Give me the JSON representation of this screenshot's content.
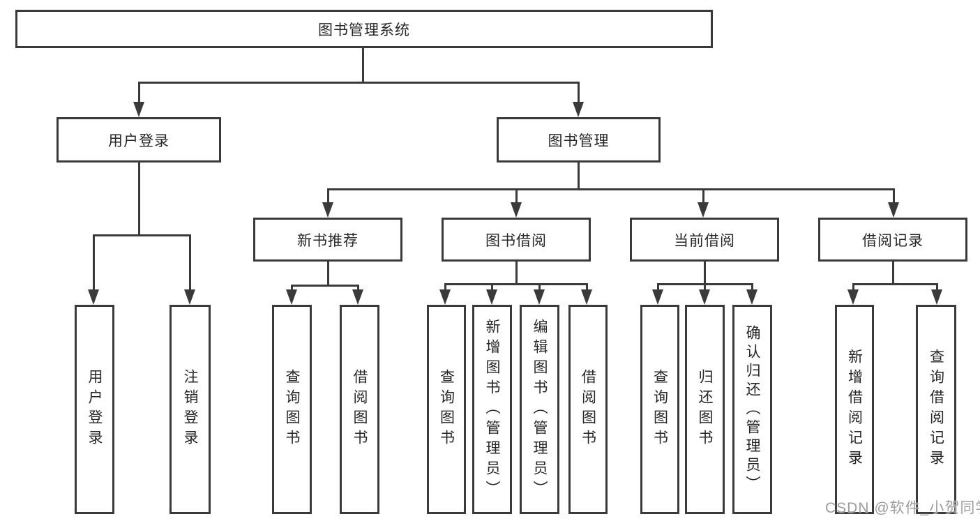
{
  "diagram": {
    "title": "图书管理系统",
    "colors": {
      "line": "#3a3a3a",
      "text": "#262626",
      "watermark": "#9d9d9d",
      "background": "#ffffff"
    },
    "level2": [
      {
        "label": "用户登录"
      },
      {
        "label": "图书管理"
      }
    ],
    "level3": [
      {
        "label": "新书推荐"
      },
      {
        "label": "图书借阅"
      },
      {
        "label": "当前借阅"
      },
      {
        "label": "借阅记录"
      }
    ],
    "leaves": {
      "user_login": [
        "用户登录",
        "注销登录"
      ],
      "new_book": [
        "查询图书",
        "借阅图书"
      ],
      "book_borrow": [
        "查询图书",
        "新增图书（管理员）",
        "编辑图书（管理员）",
        "借阅图书"
      ],
      "current_borrow": [
        "查询图书",
        "归还图书",
        "确认归还（管理员）"
      ],
      "borrow_records": [
        "新增借阅记录",
        "查询借阅记录"
      ]
    }
  },
  "watermark": {
    "text": "CSDN @软件_小贺同学"
  }
}
